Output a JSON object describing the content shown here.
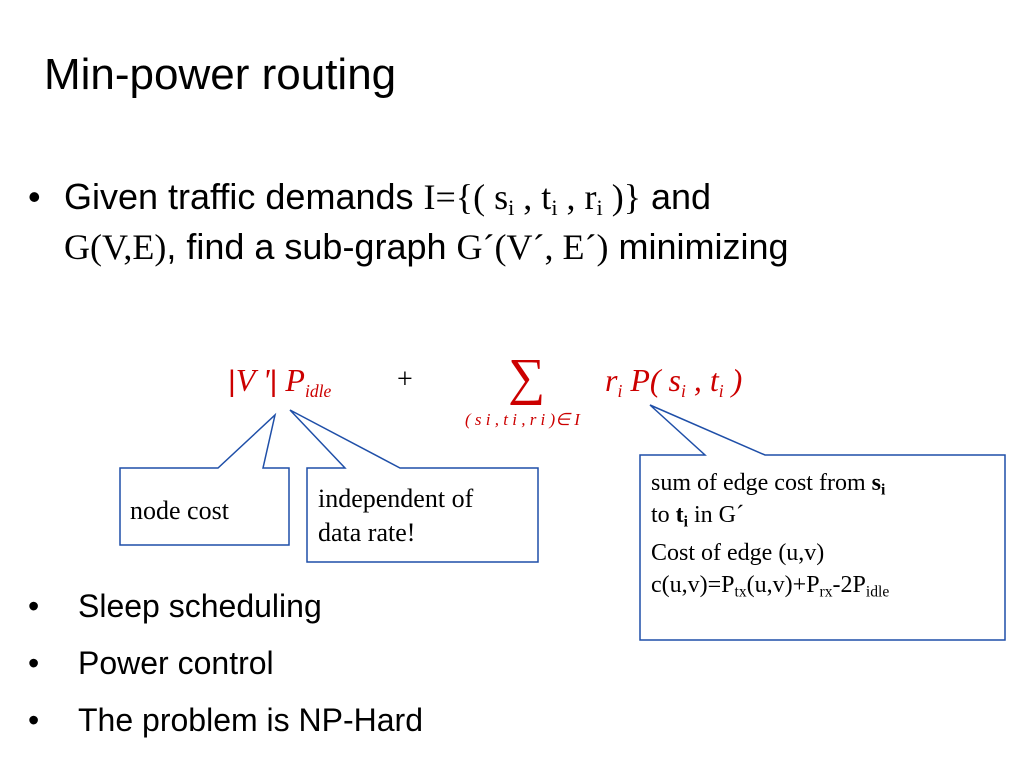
{
  "slide": {
    "title": "Min-power routing",
    "main_bullet": {
      "bullet": "•",
      "t1": "Given traffic demands ",
      "demands_expr": {
        "a": "I={( s",
        "sub1": "i",
        "b": " , t",
        "sub2": "i",
        "c": " , r",
        "sub3": "i",
        "d": " )}"
      },
      "t2": " and",
      "graph": "G(V,E)",
      "t3": ", find a sub-graph ",
      "subgraph": "G´(V´, E´)",
      "t4": " minimizing"
    },
    "formula": {
      "node_open": "|",
      "node_v": "V '",
      "node_close": "|",
      "node_p": " P",
      "node_sub": "idle",
      "plus": "+",
      "sum_symbol": "∑",
      "sum_subscript": "( s i , t i , r i )∈ I",
      "term_r": "r",
      "term_r_sub": "i",
      "term_p": " P( s",
      "term_s_sub": "i",
      "term_comma": " , t",
      "term_t_sub": "i",
      "term_close": " )"
    },
    "callouts": {
      "node_cost": "node cost",
      "independent_line1": "independent of",
      "independent_line2": "data rate!",
      "edge_sum_prefix": "sum of edge cost from ",
      "edge_sum_s": "s",
      "edge_sum_s_sub": "i",
      "edge_sum_to": "to ",
      "edge_sum_t": "t",
      "edge_sum_t_sub": "i",
      "edge_sum_suffix": " in G´",
      "edge_cost_title": "Cost of edge (u,v)",
      "edge_cost_formula": {
        "a": "c(u,v)=P",
        "sub_tx": "tx",
        "b": "(u,v)+P",
        "sub_rx": "rx",
        "c": "-2P",
        "sub_idle": "idle"
      }
    },
    "bullets": [
      {
        "bullet": "•",
        "text": "Sleep scheduling"
      },
      {
        "bullet": "•",
        "text": "Power control"
      },
      {
        "bullet": "•",
        "text": "The problem is NP-Hard"
      }
    ]
  },
  "colors": {
    "formula": "#cc0000",
    "callout_border": "#1f4fa8",
    "text": "#000000",
    "background": "#ffffff"
  }
}
